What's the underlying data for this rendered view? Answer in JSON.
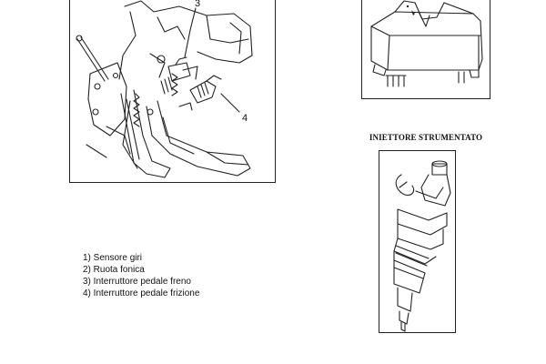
{
  "figure_pedals": {
    "callouts": [
      "3",
      "4"
    ]
  },
  "injector": {
    "caption": "INIETTORE STRUMENTATO"
  },
  "legend": {
    "items": [
      "1) Sensore giri",
      "2) Ruota fonica",
      "3) Interruttore pedale freno",
      "4) Interruttore pedale frizione"
    ]
  }
}
